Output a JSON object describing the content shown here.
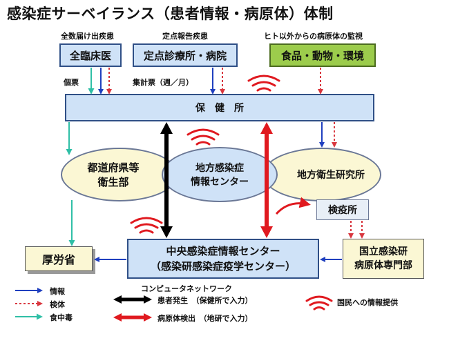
{
  "title": "感染症サーベイランス（患者情報・病原体）体制",
  "categories": {
    "all_count": "全数届け出疾患",
    "sentinel": "定点報告疾患",
    "non_human": "ヒト以外からの病原体の監視"
  },
  "nodes": {
    "all_clinic": "全臨床医",
    "sentinel_clinic": "定点診療所・病院",
    "food_env": "食品・動物・環境",
    "health_center": "保　健　所",
    "prefecture_line1": "都道府県等",
    "prefecture_line2": "衛生部",
    "local_center_line1": "地方感染症",
    "local_center_line2": "情報センター",
    "local_lab": "地方衛生研究所",
    "quarantine": "検疫所",
    "mhlw": "厚労省",
    "central_line1": "中央感染症情報センター",
    "central_line2": "（感染研感染症疫学センター）",
    "niid_line1": "国立感染研",
    "niid_line2": "病原体専門部"
  },
  "edge_labels": {
    "individual": "個票",
    "tally": "集計票（週／月）"
  },
  "legend": {
    "info": "情報",
    "specimen": "検体",
    "food_poisoning": "食中毒",
    "network": "コンピュータネットワーク",
    "patient": "患者発生　（保健所で入力）",
    "pathogen": "病原体検出　（地研で入力）",
    "public_info": "国民への情報提供"
  },
  "colors": {
    "info": "#1f3fbf",
    "specimen": "#d9363e",
    "food_poisoning": "#2fbfa6",
    "patient": "#000000",
    "pathogen": "#e0191f",
    "signal": "#e0191f",
    "box_blue": "#cfe2f7",
    "box_green": "#9ccc4c",
    "ellipse_fill": "#fbf7d4",
    "overlap_fill": "#cfe2f7"
  }
}
